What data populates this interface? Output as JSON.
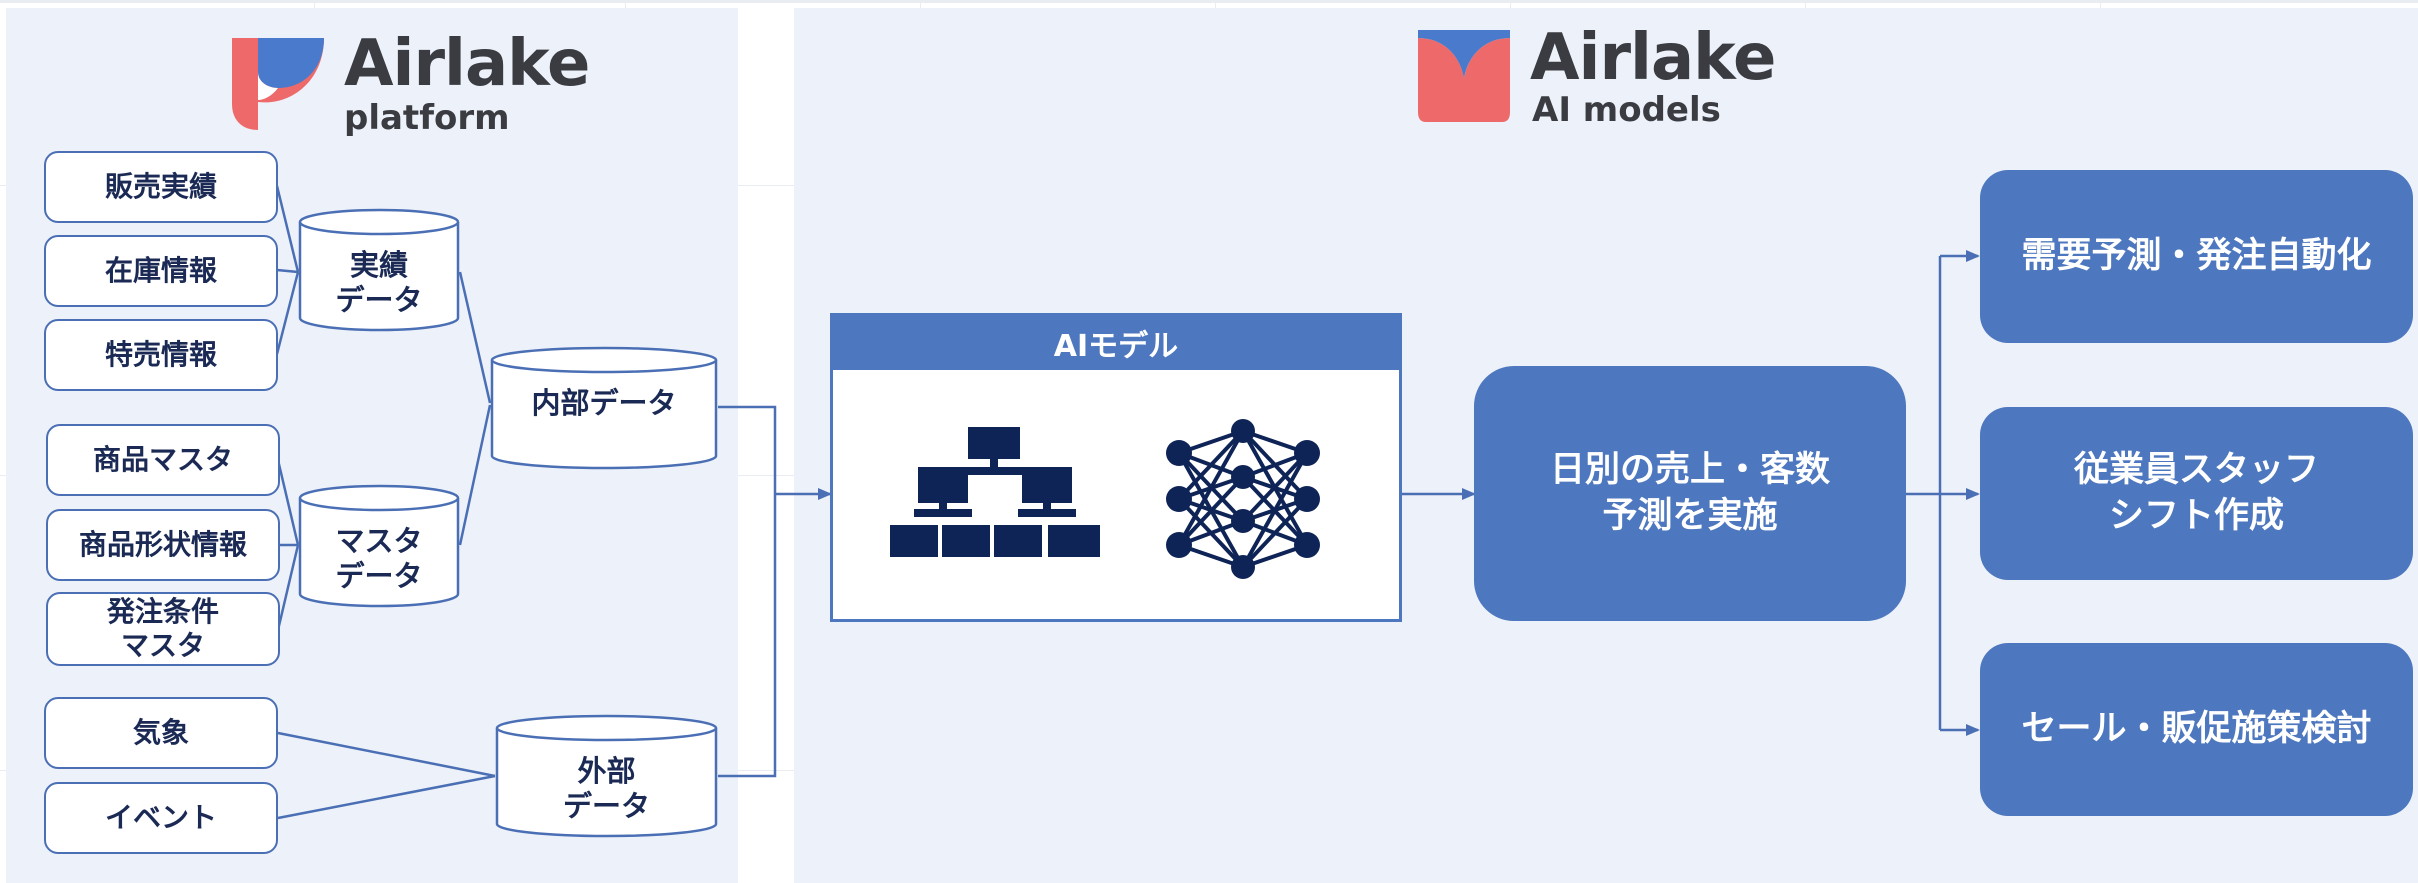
{
  "left_panel": {
    "logo": {
      "brand": "Airlake",
      "sub": "platform"
    },
    "sources": [
      {
        "label": "販売実績"
      },
      {
        "label": "在庫情報"
      },
      {
        "label": "特売情報"
      },
      {
        "label": "商品マスタ"
      },
      {
        "label": "商品形状情報"
      },
      {
        "label": "発注条件\nマスタ"
      },
      {
        "label": "気象"
      },
      {
        "label": "イベント"
      }
    ],
    "databases": {
      "results": "実績\nデータ",
      "master": "マスタ\nデータ",
      "internal": "内部データ",
      "external": "外部\nデータ"
    }
  },
  "right_panel": {
    "logo": {
      "brand": "Airlake",
      "sub": "AI models"
    },
    "ai_model": {
      "header": "AIモデル",
      "icons": [
        "hierarchy-icon",
        "neural-network-icon"
      ]
    },
    "forecast": "日別の売上・客数\n予測を実施",
    "outputs": [
      {
        "label": "需要予測・発注自動化"
      },
      {
        "label": "従業員スタッフ\nシフト作成"
      },
      {
        "label": "セール・販促施策検討"
      }
    ]
  },
  "colors": {
    "panel_bg": "#edf1f9",
    "accent_blue": "#4d77be",
    "box_border": "#4a6fb5",
    "icon_navy": "#0f2456",
    "logo_red": "#ee6a6a",
    "logo_blue": "#4a7acb"
  }
}
